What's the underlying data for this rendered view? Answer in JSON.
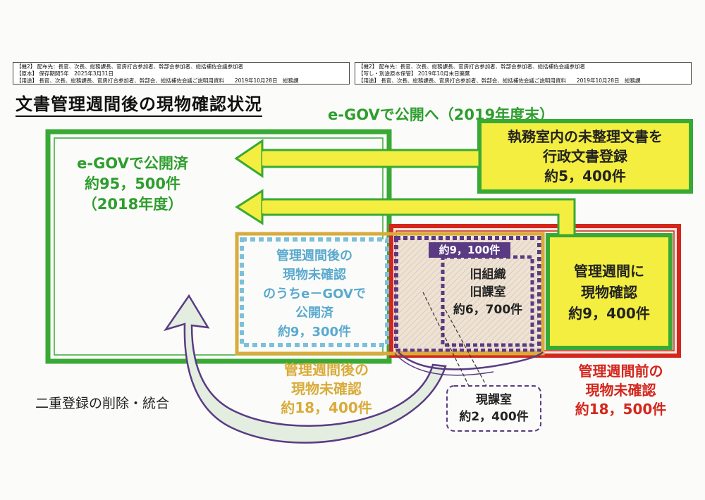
{
  "colors": {
    "green": "#39a935",
    "green_text": "#2e9d2e",
    "yellow": "#f3ee3f",
    "red": "#d4261d",
    "gold": "#d9ab3a",
    "light_blue": "#7cc0dc",
    "purple": "#5a3b83",
    "beige": "#eee2d4",
    "arrow_fill": "#e3ede0"
  },
  "header_left": {
    "line1": "【機2】 配布先：長官、次長、総務課長、官房打合参加者、幹部会参加者、総括補佐会議参加者",
    "line2": "【原本】 保存期間5年　2025年3月31日",
    "line3": "【用途】 長官、次長、総務課長、官房打合参加者、幹部会、総括補佐会議ご説明用資料　　2019年10月28日　総務課"
  },
  "header_right": {
    "line1": "【機2】 配布先：長官、次長、総務課長、官房打合参加者、幹部会参加者、総括補佐会議参加者",
    "line2": "【写し・別途原本保管】 2019年10月末日廃棄",
    "line3": "【用途】 長官、次長、総務課長、官房打合参加者、幹部会、総括補佐会議ご説明用資料　　2019年10月28日　総務課"
  },
  "title": "文書管理週間後の現物確認状況",
  "egov_plan": "e-GOVで公開へ（2019年度末）",
  "egov_published": {
    "line1": "e-GOVで公開済",
    "line2": "約95，500件",
    "line3": "（2018年度）"
  },
  "unorganized_box": {
    "line1": "執務室内の未整理文書を",
    "line2": "行政文書登録",
    "line3": "約5，400件"
  },
  "confirmed_box": {
    "line1": "管理週間に",
    "line2": "現物確認",
    "line3": "約9，400件"
  },
  "blue_box": {
    "line1": "管理週間後の",
    "line2": "現物未確認",
    "line3": "のうちe－GOVで",
    "line4": "公開済",
    "line5": "約9，300件"
  },
  "purple_box": {
    "badge": "約9，100件",
    "line1": "旧組織",
    "line2": "旧課室",
    "line3": "約6，700件"
  },
  "current_office": {
    "line1": "現課室",
    "line2": "約2，400件"
  },
  "after_unconfirmed": {
    "line1": "管理週間後の",
    "line2": "現物未確認",
    "line3": "約18，400件"
  },
  "before_unconfirmed": {
    "line1": "管理週間前の",
    "line2": "現物未確認",
    "line3": "約18，500件"
  },
  "dedup_label": "二重登録の削除・統合"
}
